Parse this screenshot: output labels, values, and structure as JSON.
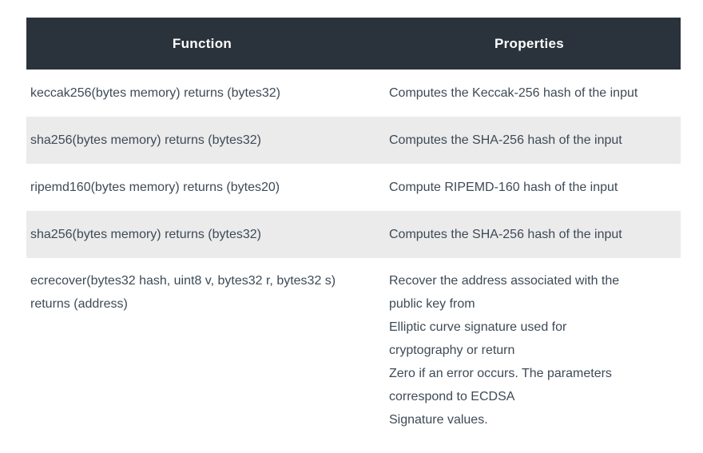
{
  "header": {
    "columns": [
      "Function",
      "Properties"
    ]
  },
  "rows": [
    {
      "shaded": false,
      "function_lines": [
        "keccak256(bytes memory) returns (bytes32)"
      ],
      "properties_lines": [
        "Computes the Keccak-256 hash of the input"
      ]
    },
    {
      "shaded": true,
      "function_lines": [
        "sha256(bytes memory) returns (bytes32)"
      ],
      "properties_lines": [
        "Computes the SHA-256 hash of the input"
      ]
    },
    {
      "shaded": false,
      "function_lines": [
        "ripemd160(bytes memory) returns (bytes20)"
      ],
      "properties_lines": [
        "Compute RIPEMD-160 hash of the input"
      ]
    },
    {
      "shaded": true,
      "function_lines": [
        "sha256(bytes memory) returns (bytes32)"
      ],
      "properties_lines": [
        "Computes the SHA-256 hash of the input"
      ]
    },
    {
      "shaded": false,
      "function_lines": [
        "ecrecover(bytes32 hash, uint8 v, bytes32 r, bytes32 s)",
        "returns (address)"
      ],
      "properties_lines": [
        "Recover the address associated with the",
        "public key from",
        "Elliptic curve signature used for",
        "cryptography or return",
        "Zero if an error occurs. The parameters",
        "correspond to ECDSA",
        "Signature values."
      ]
    }
  ],
  "colors": {
    "header_bg": "#2a333c",
    "header_text": "#ffffff",
    "body_text": "#3e4a56",
    "row_shaded_bg": "#ebebeb",
    "row_bg": "#ffffff",
    "page_bg": "#ffffff"
  }
}
